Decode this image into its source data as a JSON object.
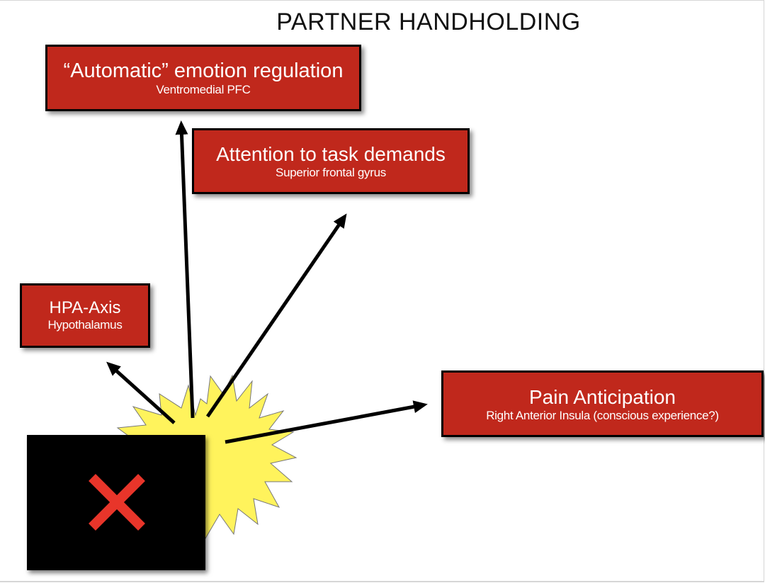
{
  "title": "PARTNER HANDHOLDING",
  "boxes": {
    "automatic": {
      "main": "“Automatic” emotion regulation",
      "sub": "Ventromedial PFC"
    },
    "attention": {
      "main": "Attention to task demands",
      "sub": "Superior frontal gyrus"
    },
    "hpa": {
      "main": "HPA-Axis",
      "sub": "Hypothalamus"
    },
    "pain": {
      "main": "Pain Anticipation",
      "sub": "Right Anterior Insula (conscious experience?)"
    }
  },
  "icons": {
    "burst": "starburst-icon",
    "cross": "red-x-icon"
  },
  "colors": {
    "box_fill": "#c0281c",
    "burst_fill": "#fff35c",
    "cross": "#e8352a",
    "arrow": "#000000"
  }
}
